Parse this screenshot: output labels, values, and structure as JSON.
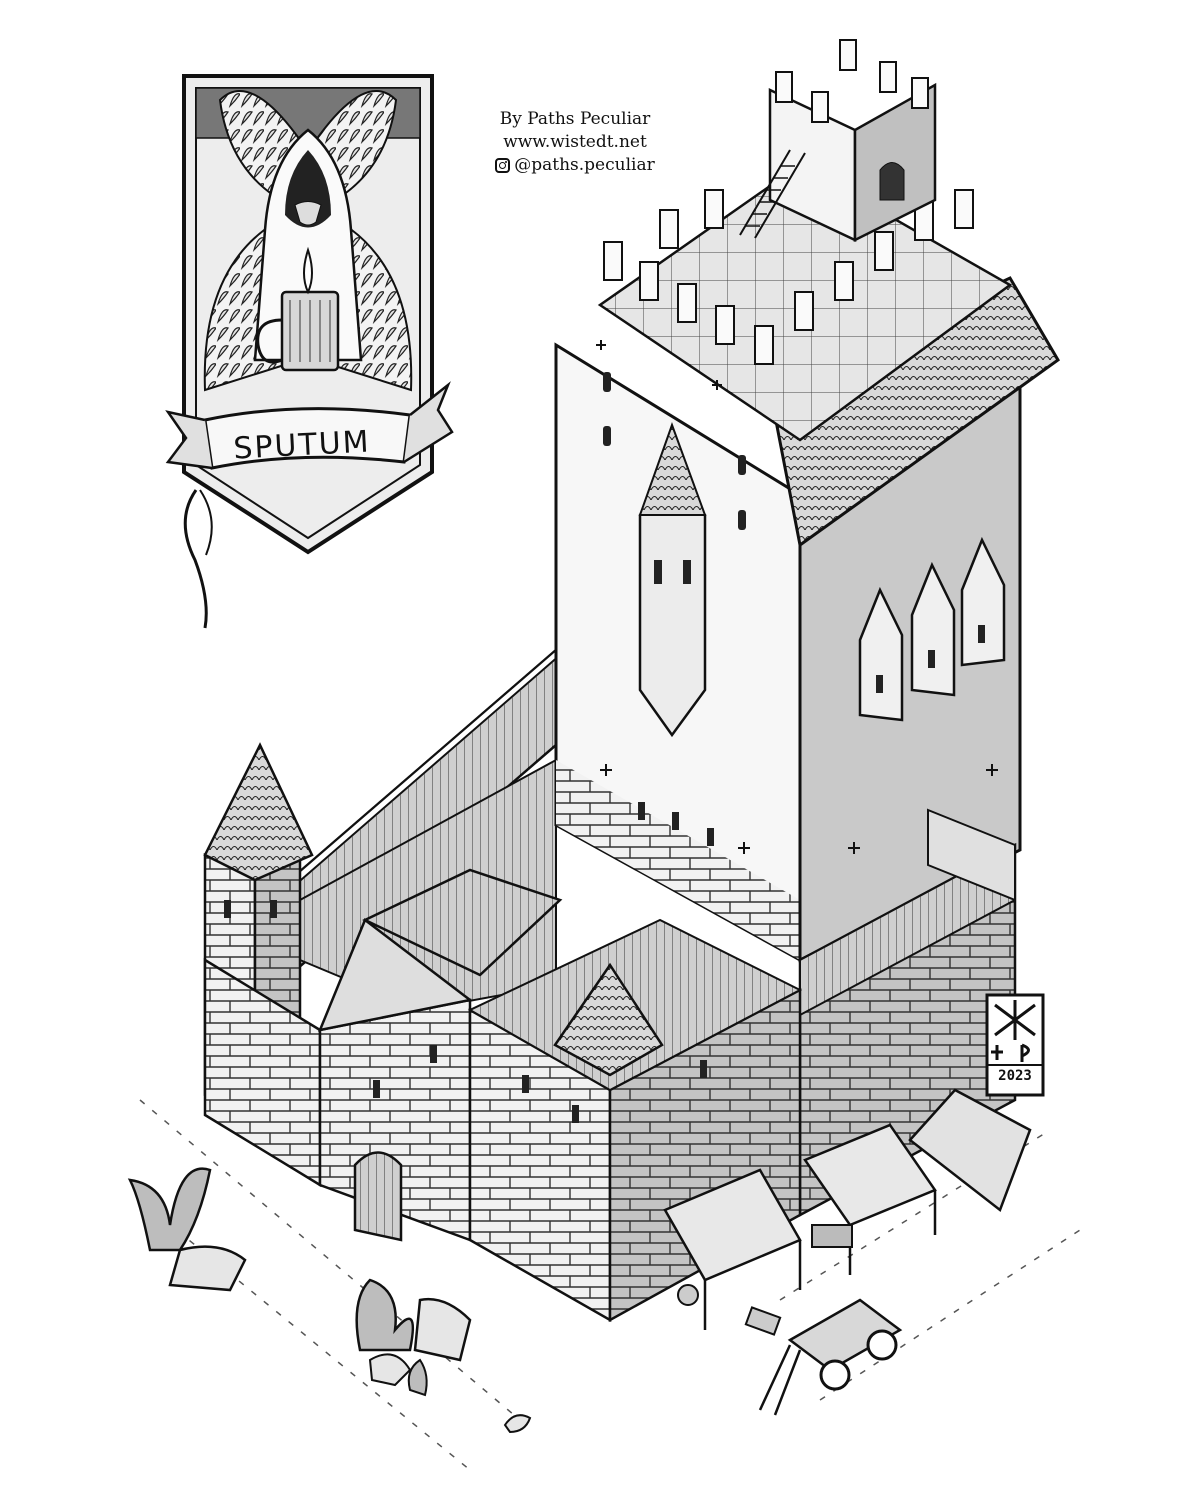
{
  "credits": {
    "author": "By Paths Peculiar",
    "website": "www.wistedt.net",
    "instagram": "@paths.peculiar"
  },
  "crest": {
    "banner_text": "SPUTUM"
  },
  "signature": {
    "year": "2023"
  },
  "colors": {
    "ink": "#111111",
    "paper": "#ffffff",
    "stone_light": "#f4f4f4",
    "stone_shadow": "#bcbcbc",
    "roof": "#d8d8d8"
  },
  "icons": [
    "instagram-icon",
    "rune-monogram-icon"
  ]
}
